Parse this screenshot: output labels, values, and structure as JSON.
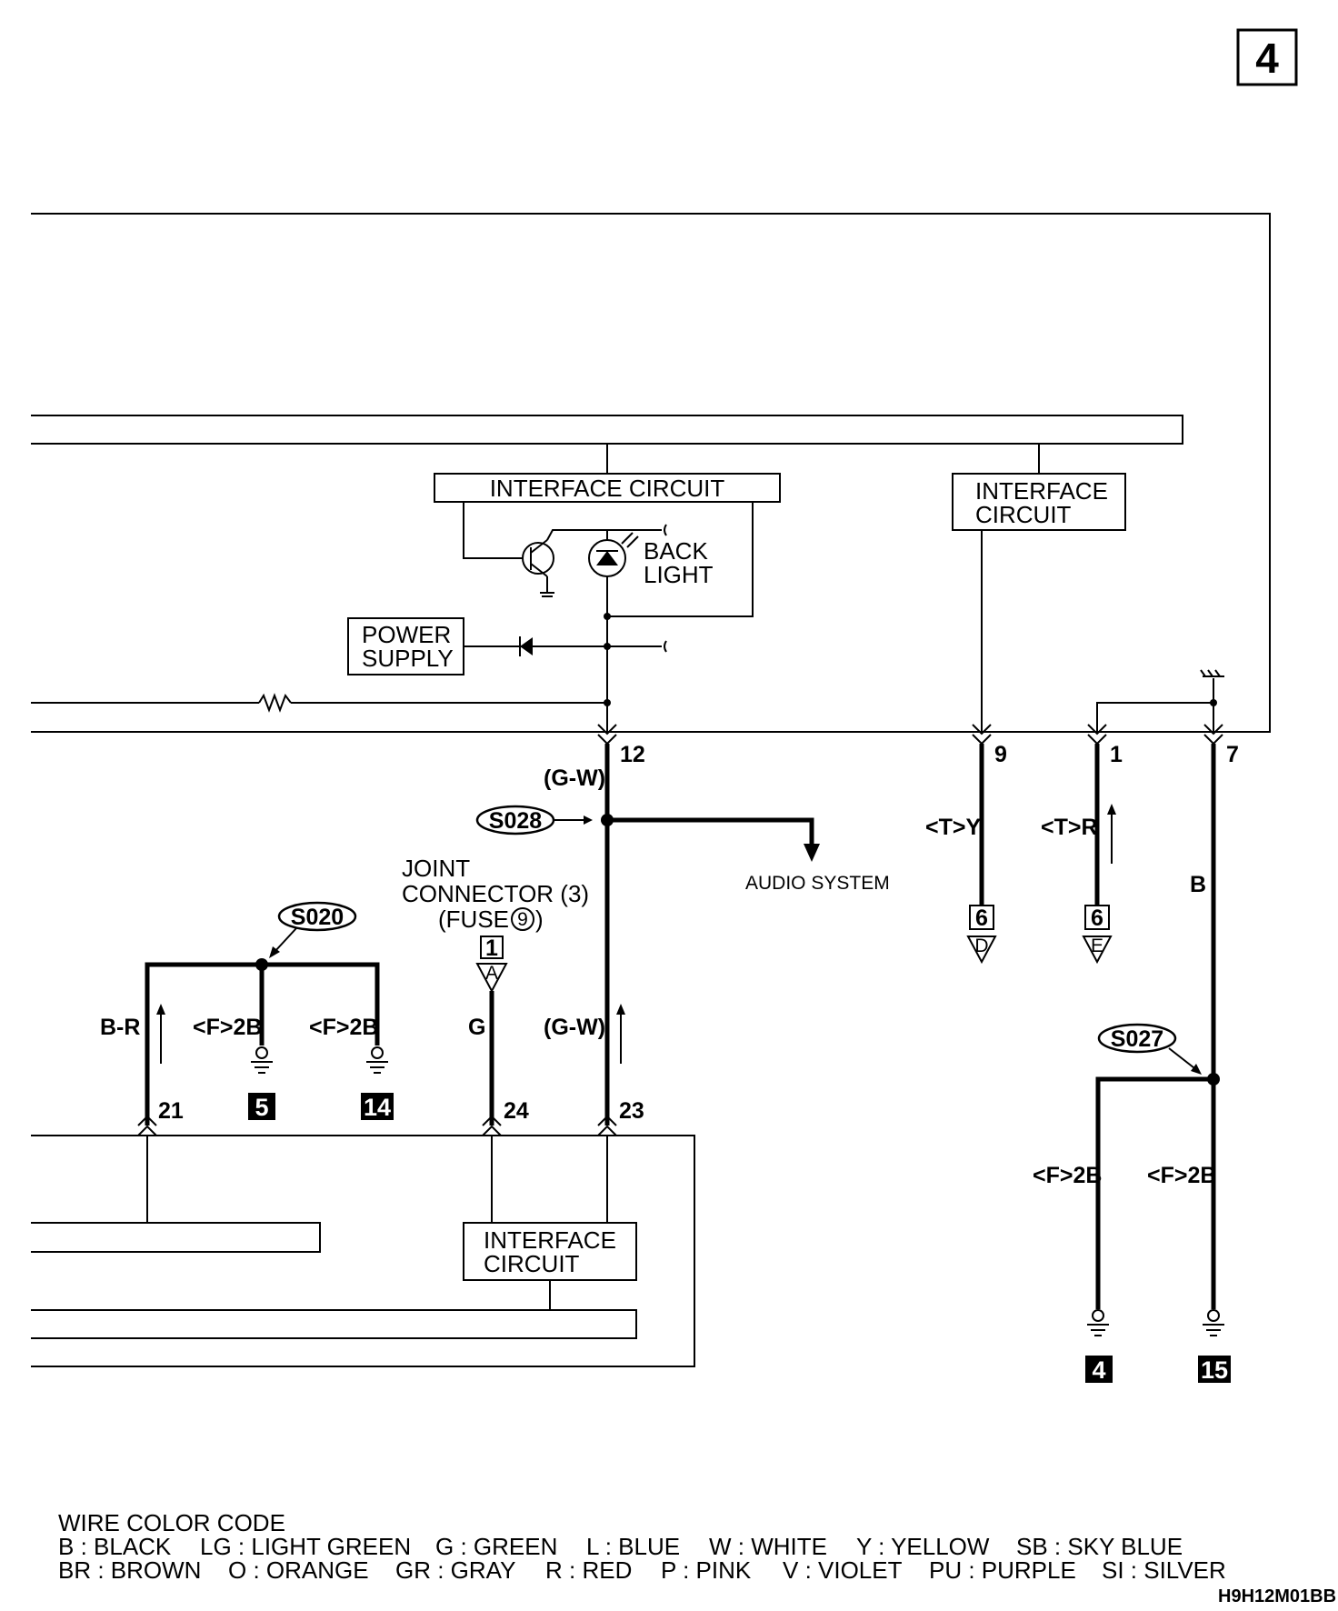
{
  "page_number": "4",
  "drawing_code": "H9H12M01BB",
  "upper_module": {
    "interface_circuit_1": "INTERFACE CIRCUIT",
    "interface_circuit_2_line1": "INTERFACE",
    "interface_circuit_2_line2": "CIRCUIT",
    "back_light_line1": "BACK",
    "back_light_line2": "LIGHT",
    "power_supply_line1": "POWER",
    "power_supply_line2": "SUPPLY"
  },
  "upper_pins": [
    "12",
    "9",
    "1",
    "7"
  ],
  "wire_labels": {
    "gw_upper": "(G-W)",
    "ty": "<T>Y",
    "tr": "<T>R",
    "b": "B",
    "br": "B-R",
    "f2b_1": "<F>2B",
    "f2b_2": "<F>2B",
    "g": "G",
    "gw_lower": "(G-W)",
    "f2b_3": "<F>2B",
    "f2b_4": "<F>2B"
  },
  "splices": {
    "s028": "S028",
    "s020": "S020",
    "s027": "S027"
  },
  "audio_system": "AUDIO SYSTEM",
  "joint_connector": {
    "line1": "JOINT",
    "line2": "CONNECTOR (3)",
    "line3_prefix": "(FUSE",
    "fuse_number": "9",
    "line3_suffix": ")",
    "connector_number": "1",
    "connector_letter": "A"
  },
  "connectors_d": {
    "number": "6",
    "letter": "D"
  },
  "connectors_e": {
    "number": "6",
    "letter": "E"
  },
  "ground_numbers": [
    "5",
    "14",
    "4",
    "15"
  ],
  "lower_pins": [
    "21",
    "24",
    "23"
  ],
  "lower_module": {
    "interface_line1": "INTERFACE",
    "interface_line2": "CIRCUIT"
  },
  "wire_color_code": {
    "title": "WIRE COLOR CODE",
    "row1": [
      "B : BLACK",
      "LG : LIGHT GREEN",
      "G : GREEN",
      "L : BLUE",
      "W : WHITE",
      "Y : YELLOW",
      "SB : SKY BLUE"
    ],
    "row2": [
      "BR : BROWN",
      "O : ORANGE",
      "GR : GRAY",
      "R : RED",
      "P : PINK",
      "V : VIOLET",
      "PU : PURPLE",
      "SI : SILVER"
    ]
  }
}
